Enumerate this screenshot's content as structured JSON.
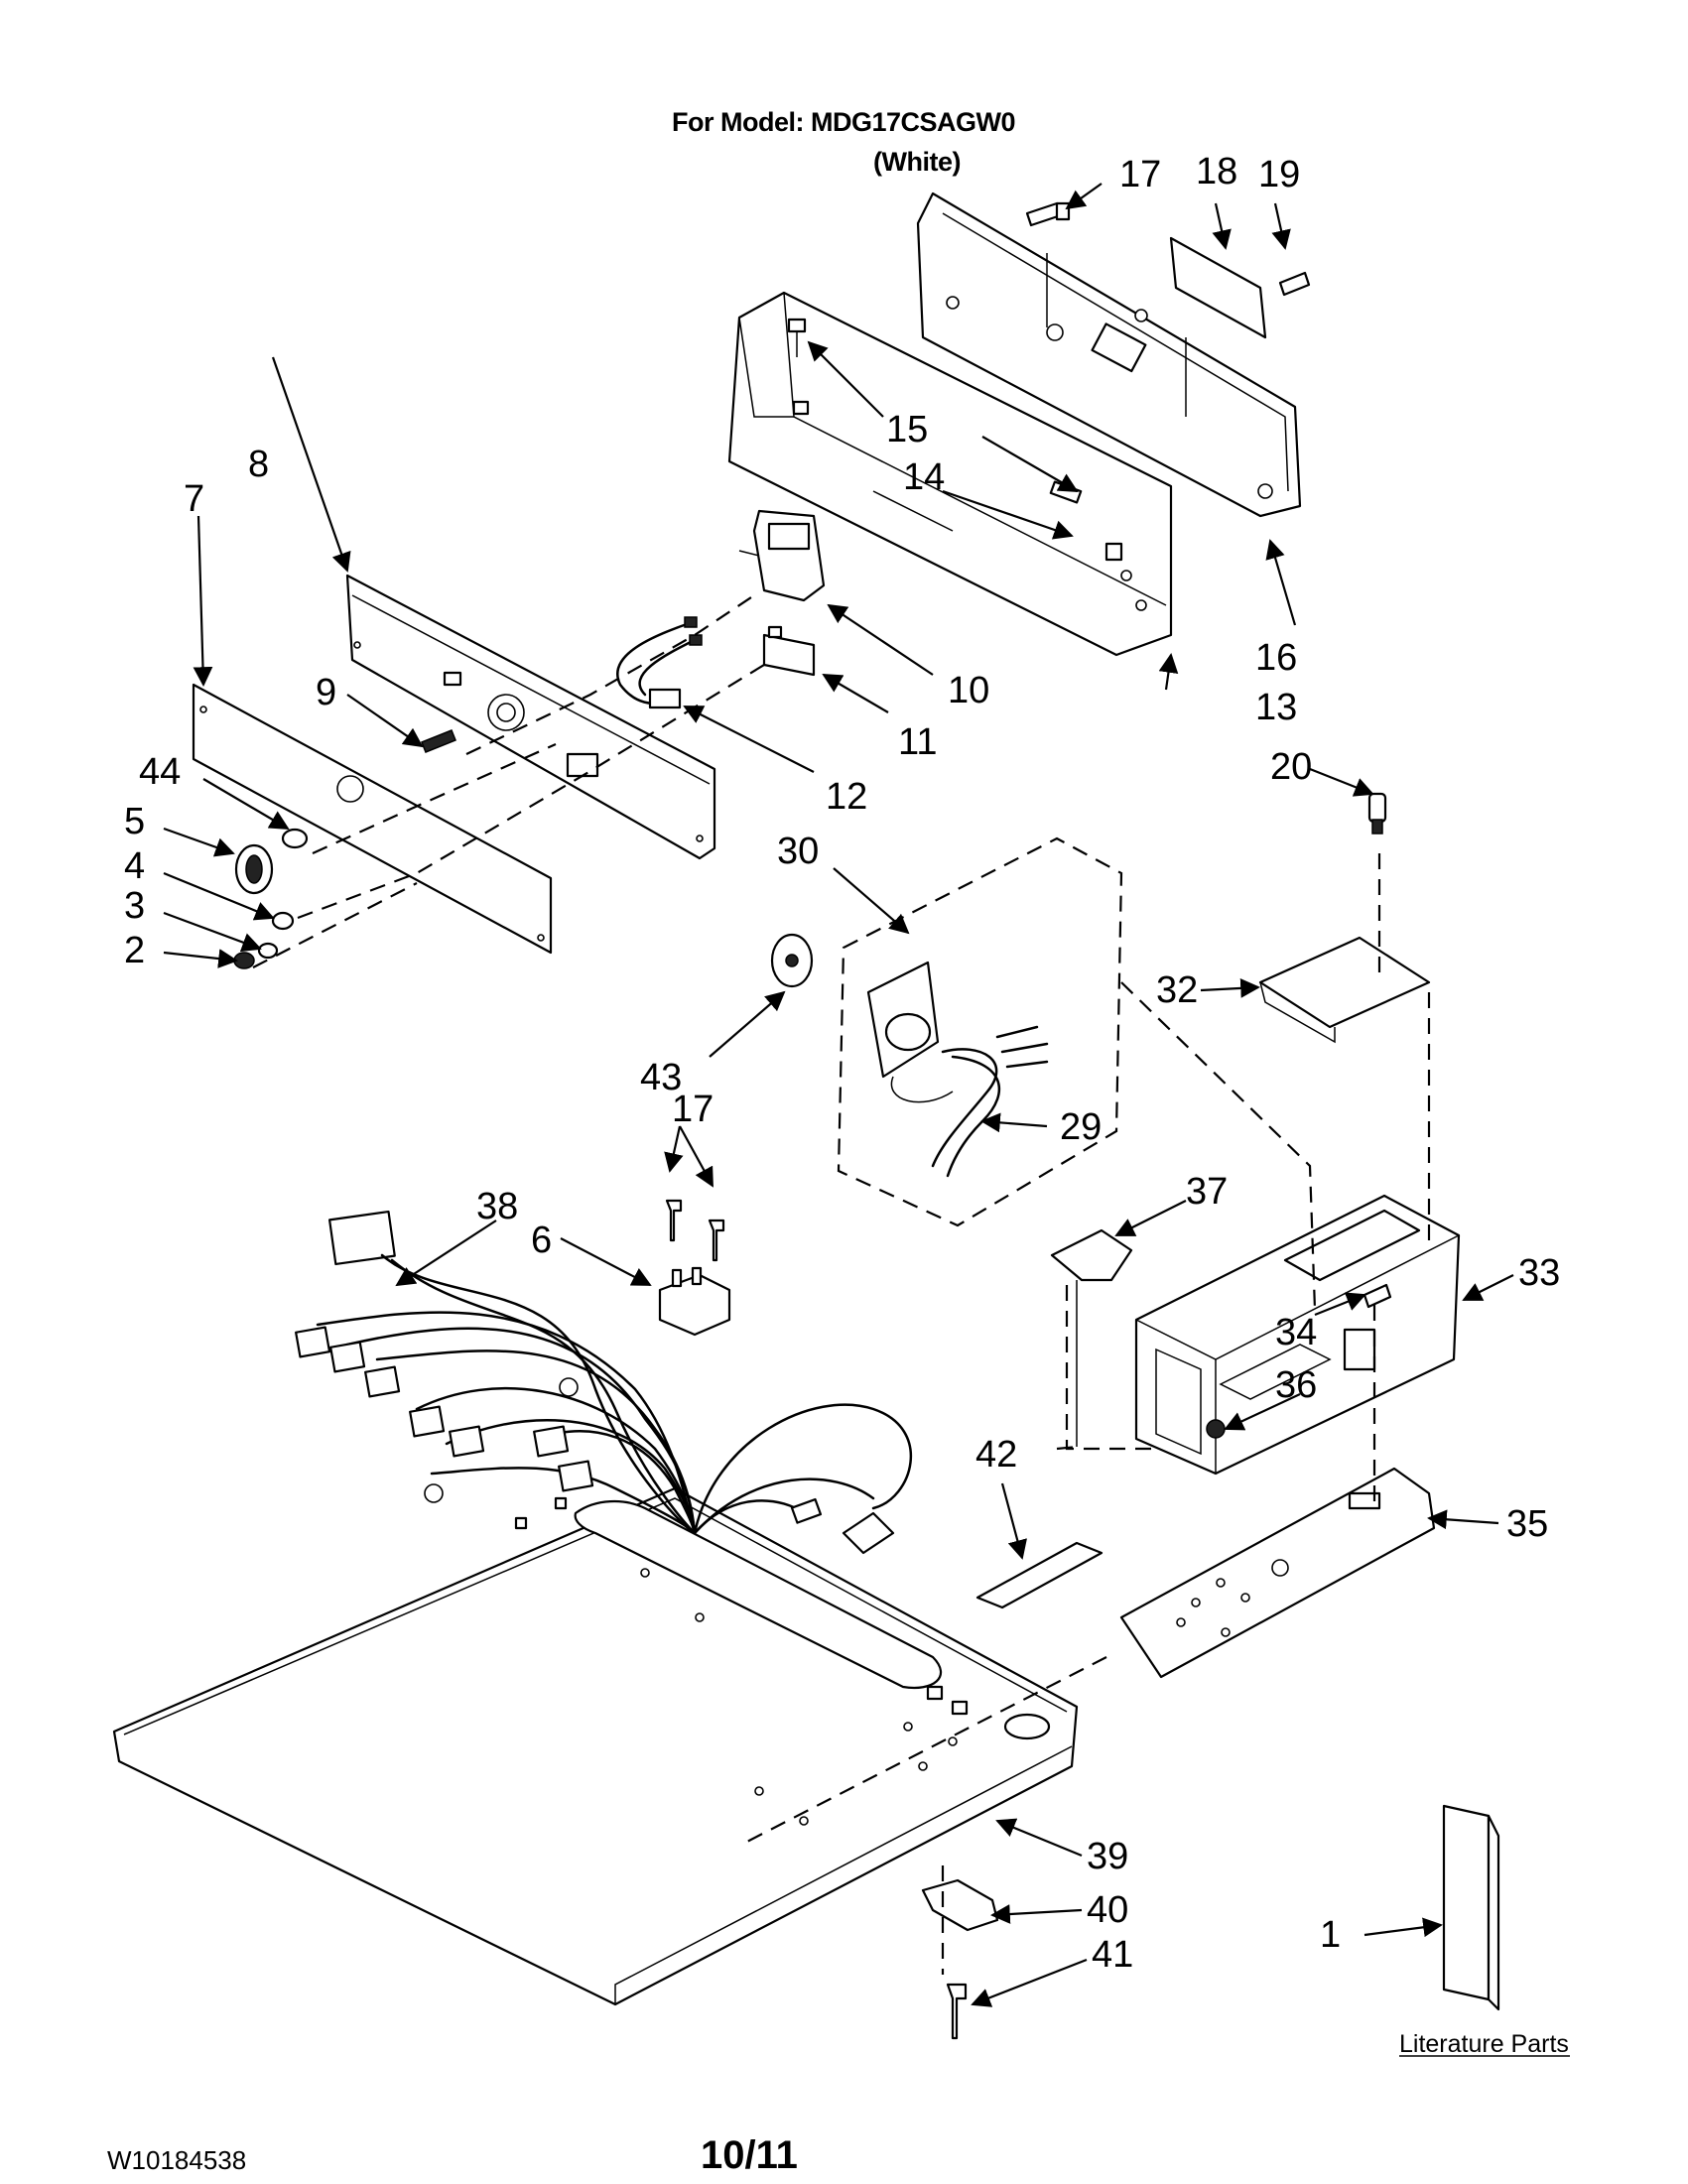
{
  "header": {
    "model_line": "For Model: MDG17CSAGW0",
    "color_line": "(White)"
  },
  "footer": {
    "document_number": "W10184538",
    "page_number": "10/11"
  },
  "literature_label": "Literature Parts",
  "callouts": {
    "p1": "1",
    "p2": "2",
    "p3": "3",
    "p4": "4",
    "p5": "5",
    "p6": "6",
    "p7": "7",
    "p8": "8",
    "p9": "9",
    "p10": "10",
    "p11": "11",
    "p12": "12",
    "p13": "13",
    "p14": "14",
    "p15": "15",
    "p16": "16",
    "p17a": "17",
    "p17b": "17",
    "p18": "18",
    "p19": "19",
    "p20": "20",
    "p29": "29",
    "p30": "30",
    "p32": "32",
    "p33": "33",
    "p34": "34",
    "p35": "35",
    "p36": "36",
    "p37": "37",
    "p38": "38",
    "p39": "39",
    "p40": "40",
    "p41": "41",
    "p42": "42",
    "p43": "43",
    "p44": "44"
  }
}
